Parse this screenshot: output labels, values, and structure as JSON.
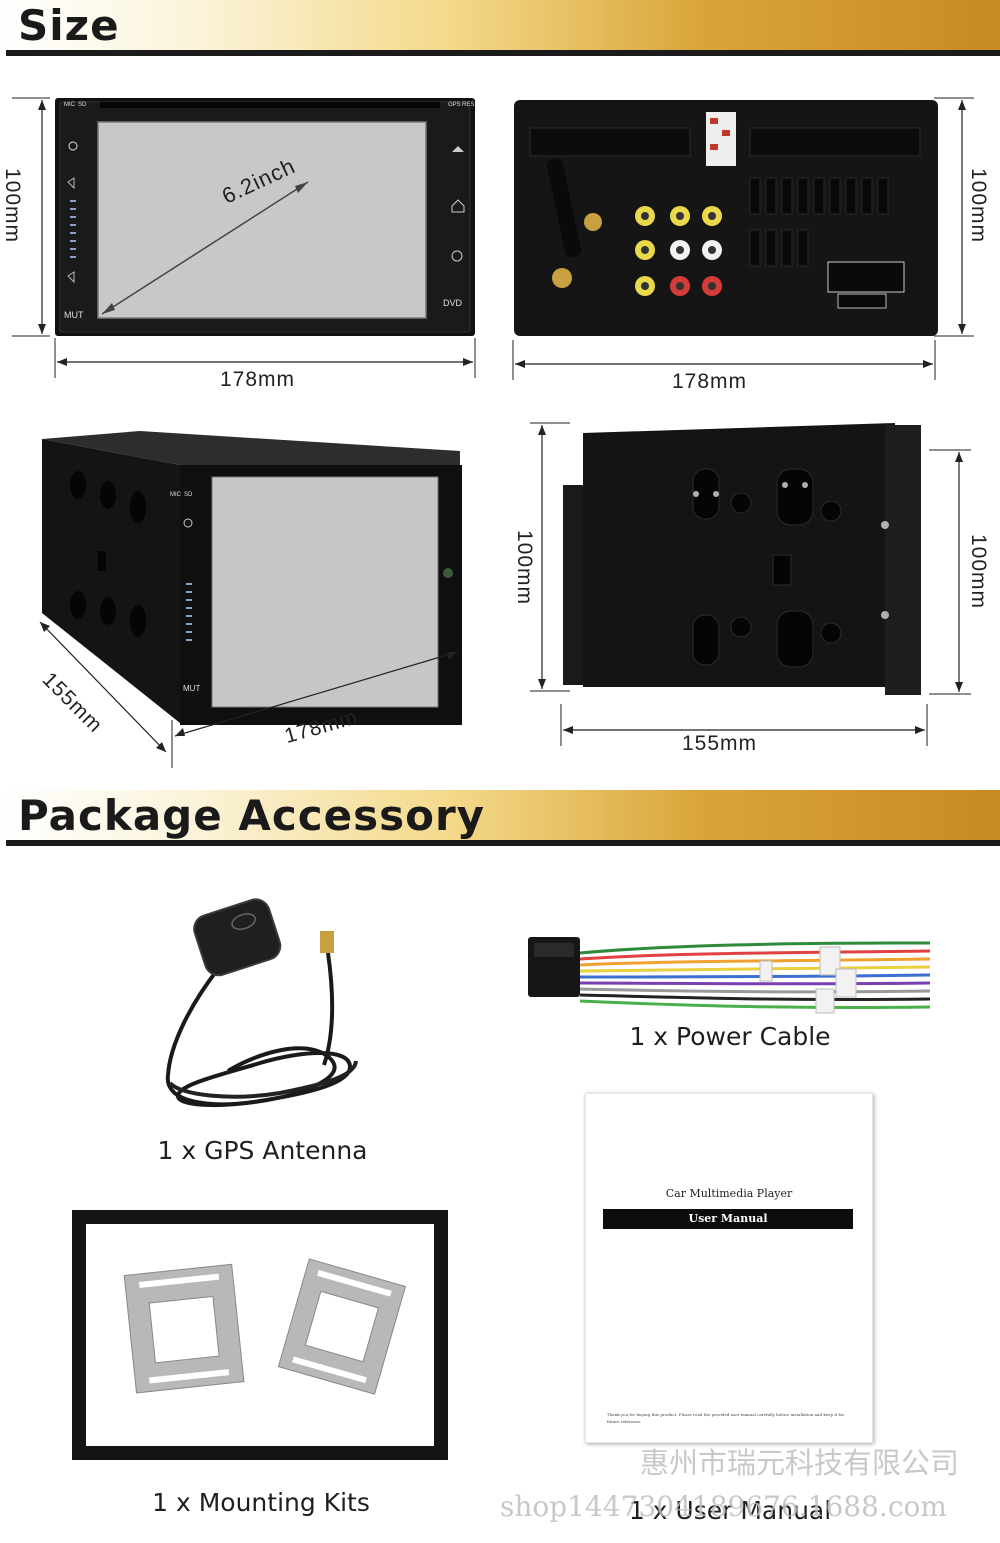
{
  "sections": {
    "size_title": "Size",
    "accessory_title": "Package Accessory"
  },
  "front_view": {
    "screen_label": "6.2inch",
    "labels": {
      "mic": "MIC",
      "sd": "SD",
      "gps": "GPS",
      "res": "RES",
      "mut": "MUT",
      "dvd": "DVD"
    },
    "height": "100mm",
    "width": "178mm"
  },
  "back_view": {
    "height": "100mm",
    "width": "178mm"
  },
  "iso_view": {
    "depth": "155mm",
    "width": "178mm",
    "labels": {
      "mic": "MIC",
      "sd": "SD",
      "mut": "MUT"
    }
  },
  "side_view": {
    "height_left": "100mm",
    "height_right": "100mm",
    "depth": "155mm"
  },
  "accessories": {
    "gps": "1 x GPS Antenna",
    "power": "1 x Power Cable",
    "mounting": "1 x Mounting Kits",
    "manual": "1 x User Manual"
  },
  "manual_cover": {
    "heading": "Car Multimedia Player",
    "bar": "User Manual",
    "footnote": "Thank you for buying this product. Please read the provided user manual carefully before installation and keep it for future reference."
  },
  "watermark": {
    "company": "惠州市瑞元科技有限公司",
    "shop": "shop1447304189676.1688.com"
  }
}
